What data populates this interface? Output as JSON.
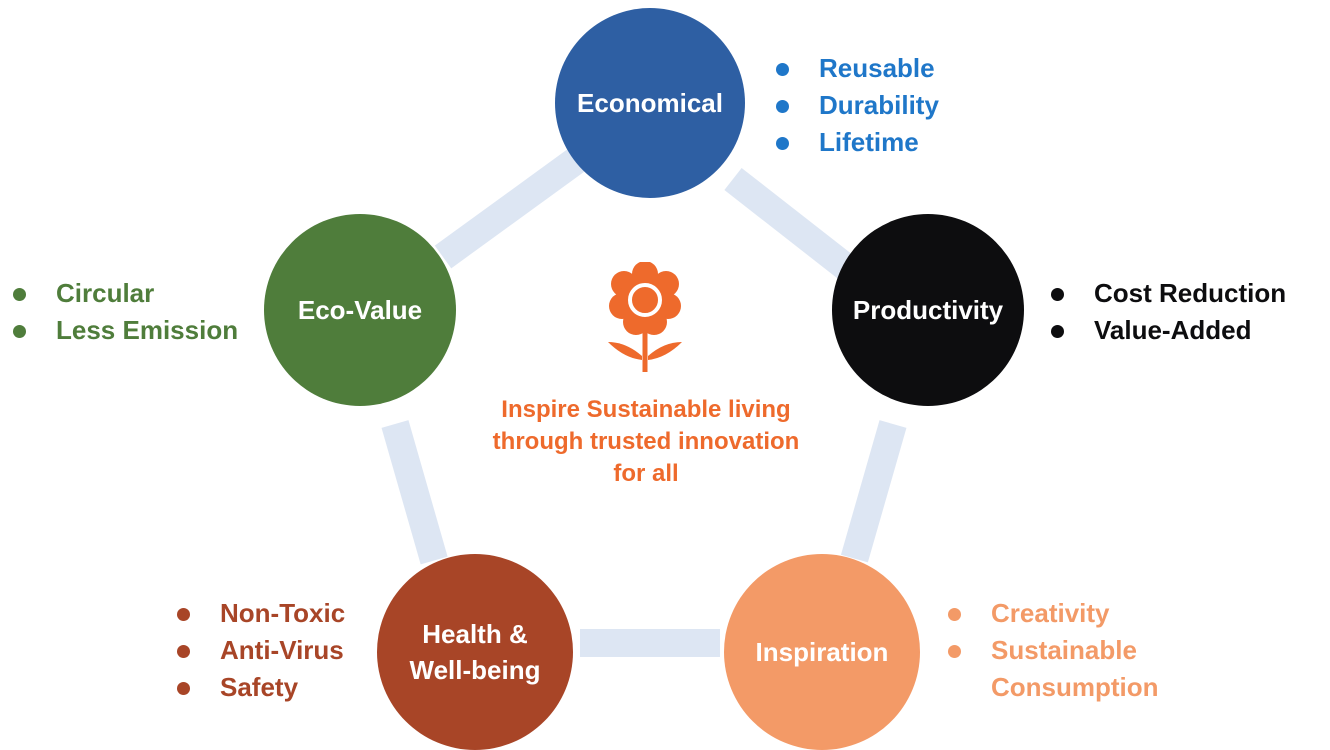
{
  "center": {
    "icon": "flower-icon",
    "color": "#ee6a2c",
    "text": "Inspire Sustainable living\nthrough trusted innovation\nfor all"
  },
  "connector_color": "#dde6f3",
  "nodes": [
    {
      "id": "economical",
      "label": "Economical",
      "color": "#2e5fa3",
      "text_color": "#1f77c9",
      "bullets": [
        "Reusable",
        "Durability",
        "Lifetime"
      ]
    },
    {
      "id": "productivity",
      "label": "Productivity",
      "color": "#0d0d0f",
      "text_color": "#0d0d0f",
      "bullets": [
        "Cost Reduction",
        "Value-Added"
      ]
    },
    {
      "id": "inspiration",
      "label": "Inspiration",
      "color": "#f39a67",
      "text_color": "#f39a67",
      "bullets": [
        "Creativity",
        "Sustainable\nConsumption"
      ]
    },
    {
      "id": "health",
      "label": "Health &\nWell-being",
      "color": "#a84527",
      "text_color": "#a84527",
      "bullets": [
        "Non-Toxic",
        "Anti-Virus",
        "Safety"
      ]
    },
    {
      "id": "eco-value",
      "label": "Eco-Value",
      "color": "#4f7d3b",
      "text_color": "#4f7d3b",
      "bullets": [
        "Circular",
        "Less Emission"
      ]
    }
  ]
}
